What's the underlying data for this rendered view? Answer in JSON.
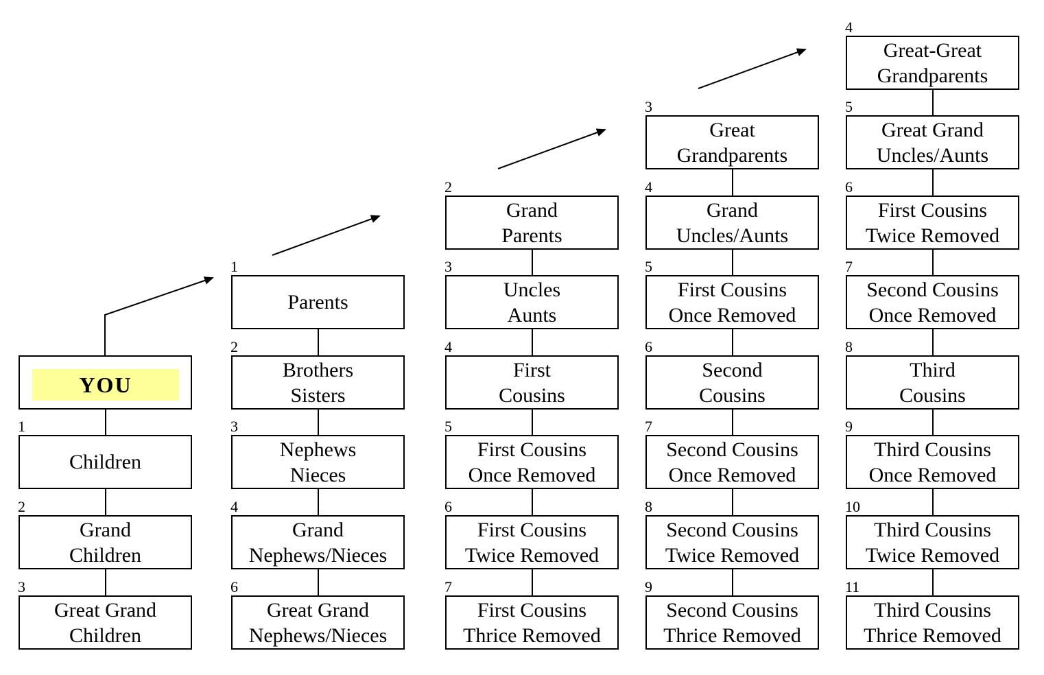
{
  "you": {
    "label": "YOU",
    "highlight_color": "#ffff99"
  },
  "columns": [
    {
      "id": "col-descendants",
      "boxes": [
        {
          "num": "",
          "lines": [
            "YOU"
          ],
          "is_you": true
        },
        {
          "num": "1",
          "lines": [
            "Children"
          ]
        },
        {
          "num": "2",
          "lines": [
            "Grand",
            "Children"
          ]
        },
        {
          "num": "3",
          "lines": [
            "Great Grand",
            "Children"
          ]
        }
      ]
    },
    {
      "id": "col-parents",
      "boxes": [
        {
          "num": "1",
          "lines": [
            "Parents"
          ]
        },
        {
          "num": "2",
          "lines": [
            "Brothers",
            "Sisters"
          ]
        },
        {
          "num": "3",
          "lines": [
            "Nephews",
            "Nieces"
          ]
        },
        {
          "num": "4",
          "lines": [
            "Grand",
            "Nephews/Nieces"
          ]
        },
        {
          "num": "6",
          "lines": [
            "Great Grand",
            "Nephews/Nieces"
          ]
        }
      ]
    },
    {
      "id": "col-grandparents",
      "boxes": [
        {
          "num": "2",
          "lines": [
            "Grand",
            "Parents"
          ]
        },
        {
          "num": "3",
          "lines": [
            "Uncles",
            "Aunts"
          ]
        },
        {
          "num": "4",
          "lines": [
            "First",
            "Cousins"
          ]
        },
        {
          "num": "5",
          "lines": [
            "First Cousins",
            "Once Removed"
          ]
        },
        {
          "num": "6",
          "lines": [
            "First Cousins",
            "Twice Removed"
          ]
        },
        {
          "num": "7",
          "lines": [
            "First Cousins",
            "Thrice Removed"
          ]
        }
      ]
    },
    {
      "id": "col-great-grandparents",
      "boxes": [
        {
          "num": "3",
          "lines": [
            "Great",
            "Grandparents"
          ]
        },
        {
          "num": "4",
          "lines": [
            "Grand",
            "Uncles/Aunts"
          ]
        },
        {
          "num": "5",
          "lines": [
            "First Cousins",
            "Once Removed"
          ]
        },
        {
          "num": "6",
          "lines": [
            "Second",
            "Cousins"
          ]
        },
        {
          "num": "7",
          "lines": [
            "Second Cousins",
            "Once Removed"
          ]
        },
        {
          "num": "8",
          "lines": [
            "Second Cousins",
            "Twice Removed"
          ]
        },
        {
          "num": "9",
          "lines": [
            "Second Cousins",
            "Thrice Removed"
          ]
        }
      ]
    },
    {
      "id": "col-great-great-grandparents",
      "boxes": [
        {
          "num": "4",
          "lines": [
            "Great-Great",
            "Grandparents"
          ]
        },
        {
          "num": "5",
          "lines": [
            "Great Grand",
            "Uncles/Aunts"
          ]
        },
        {
          "num": "6",
          "lines": [
            "First Cousins",
            "Twice Removed"
          ]
        },
        {
          "num": "7",
          "lines": [
            "Second Cousins",
            "Once Removed"
          ]
        },
        {
          "num": "8",
          "lines": [
            "Third",
            "Cousins"
          ]
        },
        {
          "num": "9",
          "lines": [
            "Third Cousins",
            "Once Removed"
          ]
        },
        {
          "num": "10",
          "lines": [
            "Third Cousins",
            "Twice Removed"
          ]
        },
        {
          "num": "11",
          "lines": [
            "Third Cousins",
            "Thrice Removed"
          ]
        }
      ]
    }
  ]
}
